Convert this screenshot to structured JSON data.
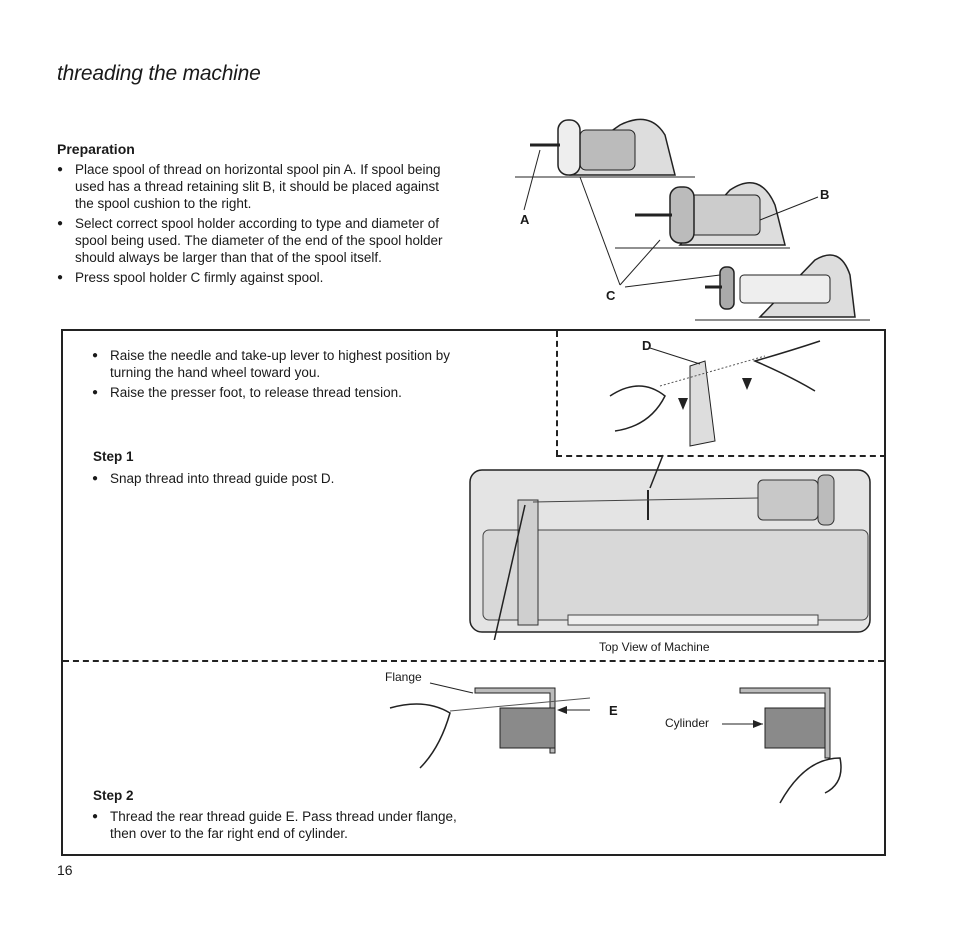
{
  "page": {
    "title": "threading the machine",
    "page_number": "16"
  },
  "preparation": {
    "heading": "Preparation",
    "bullets": [
      "Place spool of thread on horizontal spool pin A. If spool being used has a thread retaining slit B, it should be placed against the spool cushion to the right.",
      "Select correct spool holder according to type and diameter of spool being used. The diameter of the end of the spool holder should always be larger than that of the spool itself.",
      "Press spool holder C firmly against spool."
    ],
    "labels": {
      "a": "A",
      "b": "B",
      "c": "C"
    }
  },
  "intro": {
    "bullets": [
      "Raise the needle and take-up lever to highest position by turning the hand wheel toward you.",
      "Raise the presser foot, to release thread tension."
    ]
  },
  "step1": {
    "heading": "Step 1",
    "bullet": "Snap thread into thread guide post D.",
    "label_d": "D",
    "caption": "Top View of Machine"
  },
  "step2": {
    "heading": "Step 2",
    "bullet": "Thread the rear thread guide E. Pass thread under flange, then over to the far right end of cylinder.",
    "label_flange": "Flange",
    "label_e": "E",
    "label_cylinder": "Cylinder"
  }
}
